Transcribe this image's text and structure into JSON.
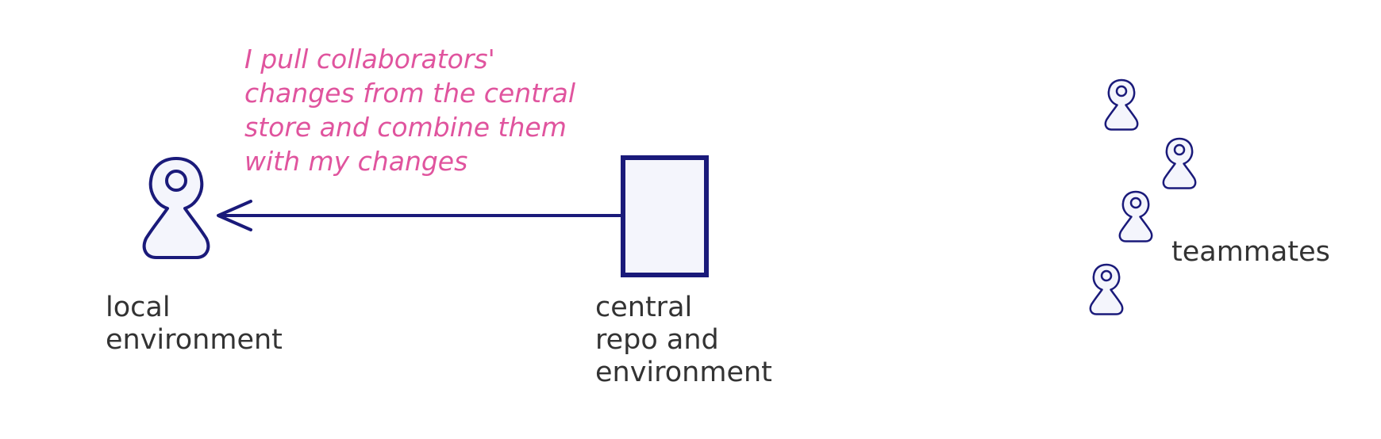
{
  "annotation": {
    "lines": [
      "I pull collaborators'",
      "changes from the central",
      "store and combine them",
      "with my changes"
    ]
  },
  "labels": {
    "local": [
      "local",
      "environment"
    ],
    "central": [
      "central",
      "repo and",
      "environment"
    ],
    "teammates": "teammates"
  },
  "colors": {
    "stroke": "#1a1a7a",
    "fill": "#f4f5fc",
    "annotation": "#e0549e",
    "label": "#333333"
  }
}
